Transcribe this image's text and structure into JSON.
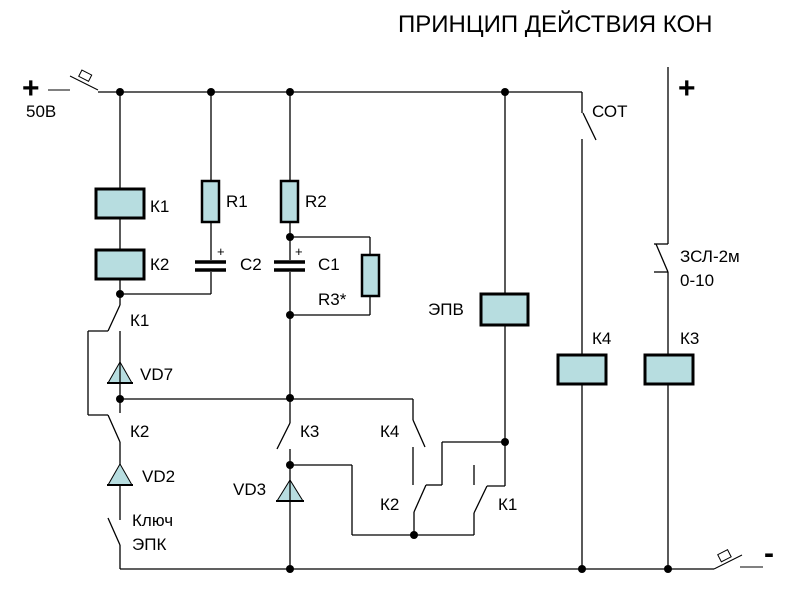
{
  "title": "ПРИНЦИП ДЕЙСТВИЯ КОН",
  "power": {
    "plus_left": "+",
    "voltage": "50В",
    "plus_right": "+",
    "minus_right": "-"
  },
  "components": {
    "relays": {
      "k1": "К1",
      "k2": "К2",
      "epv": "ЭПВ",
      "k4": "К4",
      "k3": "К3"
    },
    "resistors": {
      "r1": "R1",
      "r2": "R2",
      "r3": "R3*"
    },
    "capacitors": {
      "c1": "C1",
      "c2": "C2",
      "polarity": "+"
    },
    "diodes": {
      "vd7": "VD7",
      "vd2": "VD2",
      "vd3": "VD3"
    },
    "contacts": {
      "k1_left": "К1",
      "k2_left": "К2",
      "key_line1": "Ключ",
      "key_line2": "ЭПК",
      "k3": "К3",
      "k4": "К4",
      "k2_bottom": "К2",
      "k1_bottom": "К1",
      "sot": "СОТ",
      "zsl_line1": "ЗСЛ-2м",
      "zsl_line2": "0-10"
    }
  },
  "colors": {
    "component_fill": "#b7dde0",
    "line": "#000000"
  }
}
